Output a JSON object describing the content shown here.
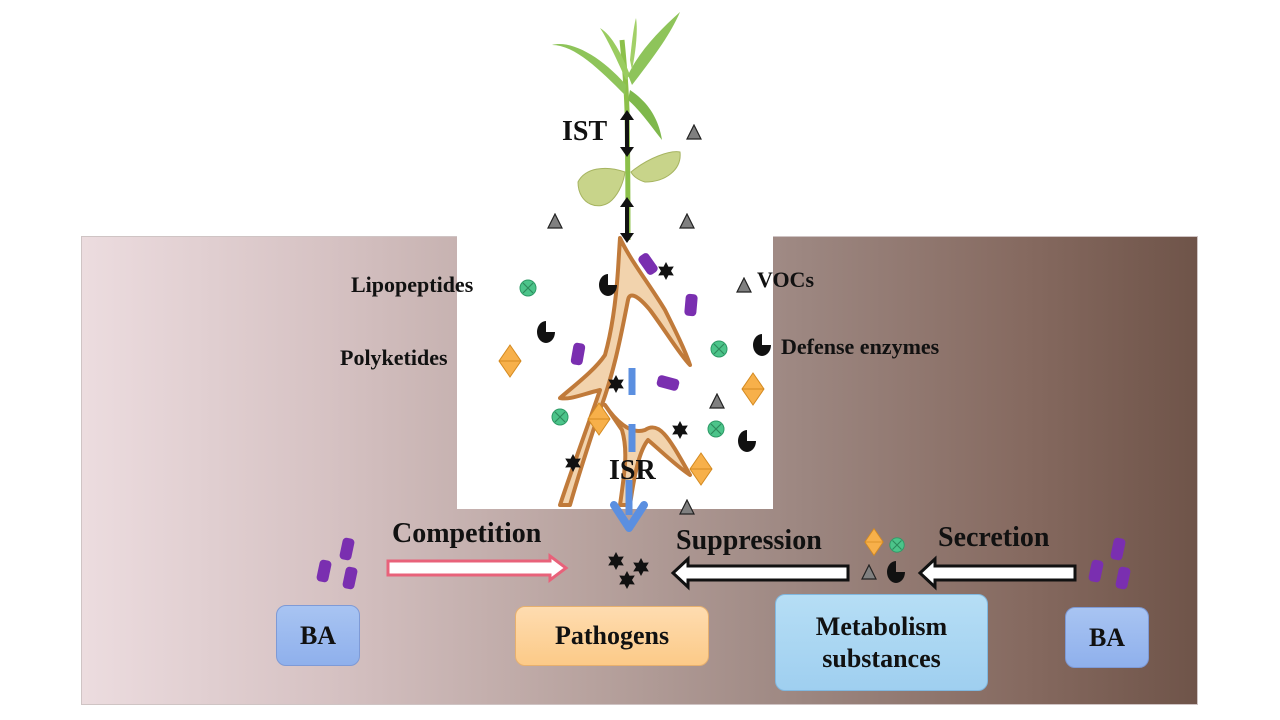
{
  "diagram": {
    "top_labels": {
      "ist": "IST",
      "isr": "ISR"
    },
    "compound_labels": {
      "lipopeptides": "Lipopeptides",
      "polyketides": "Polyketides",
      "vocs": "VOCs",
      "defense_enzymes": "Defense enzymes"
    },
    "process_labels": {
      "competition": "Competition",
      "suppression": "Suppression",
      "secretion": "Secretion"
    },
    "boxes": {
      "ba_left": "BA",
      "pathogens": "Pathogens",
      "metabolism_line1": "Metabolism",
      "metabolism_line2": "substances",
      "ba_right": "BA"
    },
    "colors": {
      "ba_box": "#9bb8ef",
      "pathogens_box": "#fdd5a0",
      "metabolism_box": "#a9d8f2",
      "competition_arrow": "#e8627a",
      "isr_arrow": "#5b8fe0",
      "lipopeptide": "#4cc48a",
      "polyketide": "#f7b04a",
      "voc": "#808080",
      "bacteria": "#7a2fb0",
      "root": "#c07a3a"
    },
    "legend_icons": {
      "lipopeptides": "green-crossed-circle",
      "polyketides": "orange-diamond",
      "vocs": "gray-triangle",
      "defense_enzymes": "black-pacman"
    }
  }
}
